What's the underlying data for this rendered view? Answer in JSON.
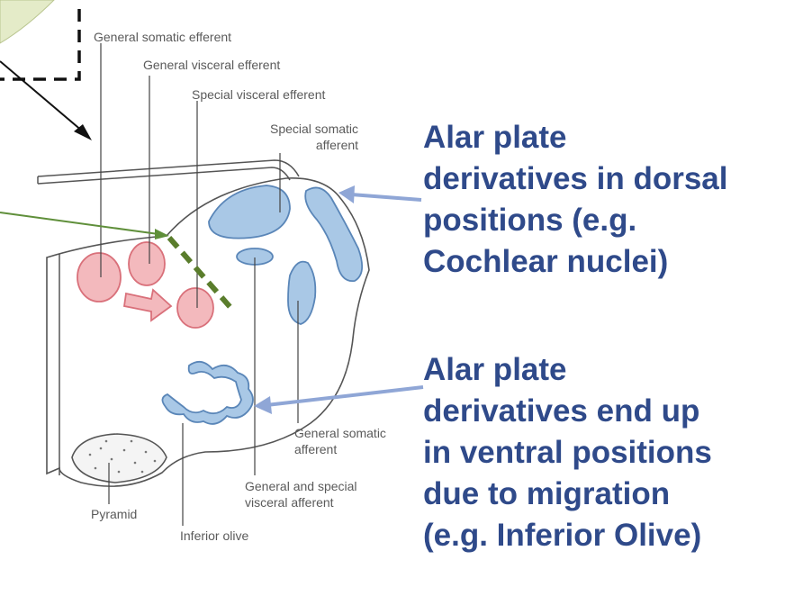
{
  "labels": {
    "general_somatic_efferent": "General somatic efferent",
    "general_visceral_efferent": "General visceral efferent",
    "special_visceral_efferent": "Special visceral efferent",
    "special_somatic_afferent_line1": "Special somatic",
    "special_somatic_afferent_line2": "afferent",
    "general_somatic_afferent_line1": "General somatic",
    "general_somatic_afferent_line2": "afferent",
    "general_special_visceral_afferent_line1": "General and special",
    "general_special_visceral_afferent_line2": "visceral afferent",
    "pyramid": "Pyramid",
    "inferior_olive": "Inferior olive"
  },
  "callouts": {
    "dorsal": [
      "Alar plate",
      "derivatives in dorsal",
      "positions (e.g.",
      "Cochlear nuclei)"
    ],
    "ventral": [
      "Alar plate",
      "derivatives end up",
      "in ventral positions",
      "due to migration",
      "(e.g. Inferior Olive)"
    ]
  },
  "colors": {
    "callout_text": "#2f4a8a",
    "basal_nuclei_fill": "#f3b9bd",
    "basal_nuclei_stroke": "#d9707a",
    "alar_nuclei_fill": "#a9c8e6",
    "alar_nuclei_stroke": "#5a86b8",
    "arrow_blue": "#8fa6d6",
    "sulcus_dash_green": "#5a7d2c",
    "pointer_green": "#5f8f3a"
  }
}
